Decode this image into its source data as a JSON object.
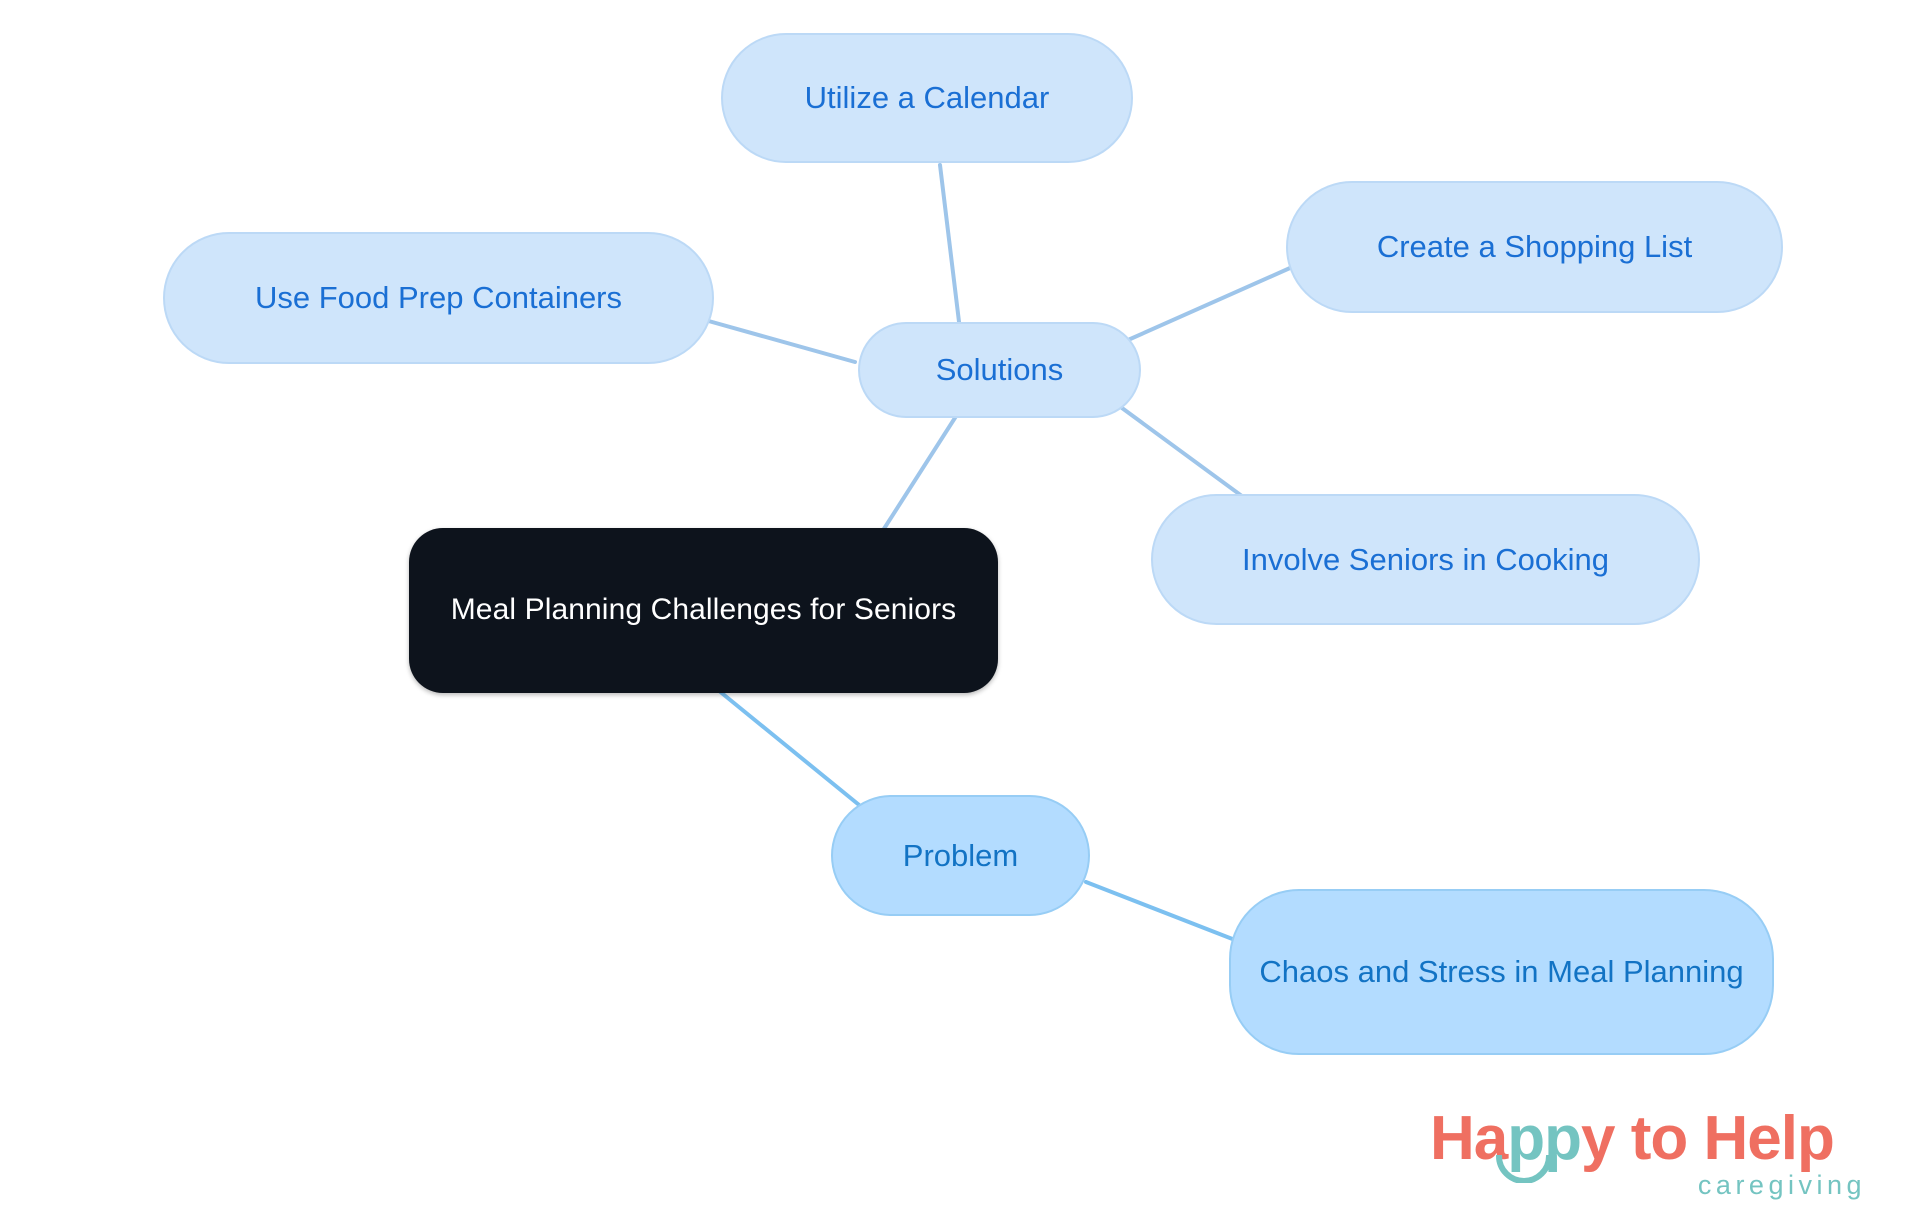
{
  "diagram": {
    "type": "mindmap",
    "title": "Meal Planning Challenges for Seniors",
    "root": {
      "id": "root",
      "label": "Meal Planning Challenges for Seniors",
      "fill": "#0d131c",
      "text_color": "#ffffff"
    },
    "branches": [
      {
        "id": "solutions",
        "label": "Solutions",
        "fill": "#cfe5fb",
        "text_color": "#1a6fd4",
        "children": [
          {
            "id": "utilize-a-calendar",
            "label": "Utilize a Calendar"
          },
          {
            "id": "use-food-prep-containers",
            "label": "Use Food Prep Containers"
          },
          {
            "id": "create-a-shopping-list",
            "label": "Create a Shopping List"
          },
          {
            "id": "involve-seniors-in-cooking",
            "label": "Involve Seniors in Cooking"
          }
        ]
      },
      {
        "id": "problem",
        "label": "Problem",
        "fill": "#b3dcff",
        "text_color": "#1273c4",
        "children": [
          {
            "id": "chaos-and-stress-in-meal-planning",
            "label": "Chaos and Stress in Meal Planning"
          }
        ]
      }
    ],
    "edges": [
      {
        "from": "root",
        "to": "solutions",
        "color": "#9ec5ea"
      },
      {
        "from": "solutions",
        "to": "utilize-a-calendar",
        "color": "#9ec5ea"
      },
      {
        "from": "solutions",
        "to": "use-food-prep-containers",
        "color": "#9ec5ea"
      },
      {
        "from": "solutions",
        "to": "create-a-shopping-list",
        "color": "#9ec5ea"
      },
      {
        "from": "solutions",
        "to": "involve-seniors-in-cooking",
        "color": "#9ec5ea"
      },
      {
        "from": "root",
        "to": "problem",
        "color": "#7cc0f0"
      },
      {
        "from": "problem",
        "to": "chaos-and-stress-in-meal-planning",
        "color": "#7cc0f0"
      }
    ],
    "colors": {
      "background": "#ffffff",
      "root_fill": "#0d131c",
      "solutions_fill": "#cfe5fb",
      "problem_fill": "#b3dcff",
      "edge_light": "#9ec5ea",
      "edge_strong": "#7cc0f0",
      "node_text": "#1a6fd4"
    }
  },
  "logo": {
    "word_happy": "Happy",
    "word_happy_part_1": "Ha",
    "word_happy_part_2": "pp",
    "word_happy_part_3": "y",
    "word_to": "to",
    "word_help": "Help",
    "tagline": "caregiving",
    "coral": "#ef6f61",
    "teal": "#74c4c1"
  }
}
